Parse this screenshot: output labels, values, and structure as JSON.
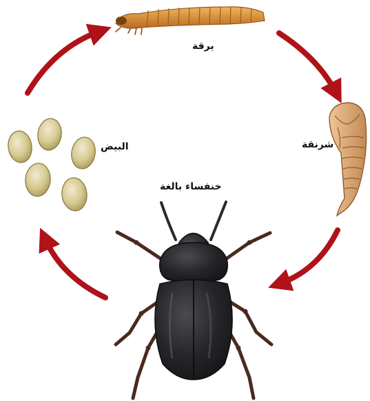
{
  "diagram": {
    "stages": {
      "larva": "يرقة",
      "pupa": "شرنقة",
      "eggs": "البيض",
      "adult": "خنفساء بالغة"
    },
    "colors": {
      "arrow": "#b0121a",
      "egg": "#d6c98f",
      "egg_outline": "#8c7c45",
      "larva": "#d9953c",
      "pupa": "#d9a877",
      "beetle": "#1f1f21",
      "legs": "#4a2a1e"
    }
  }
}
